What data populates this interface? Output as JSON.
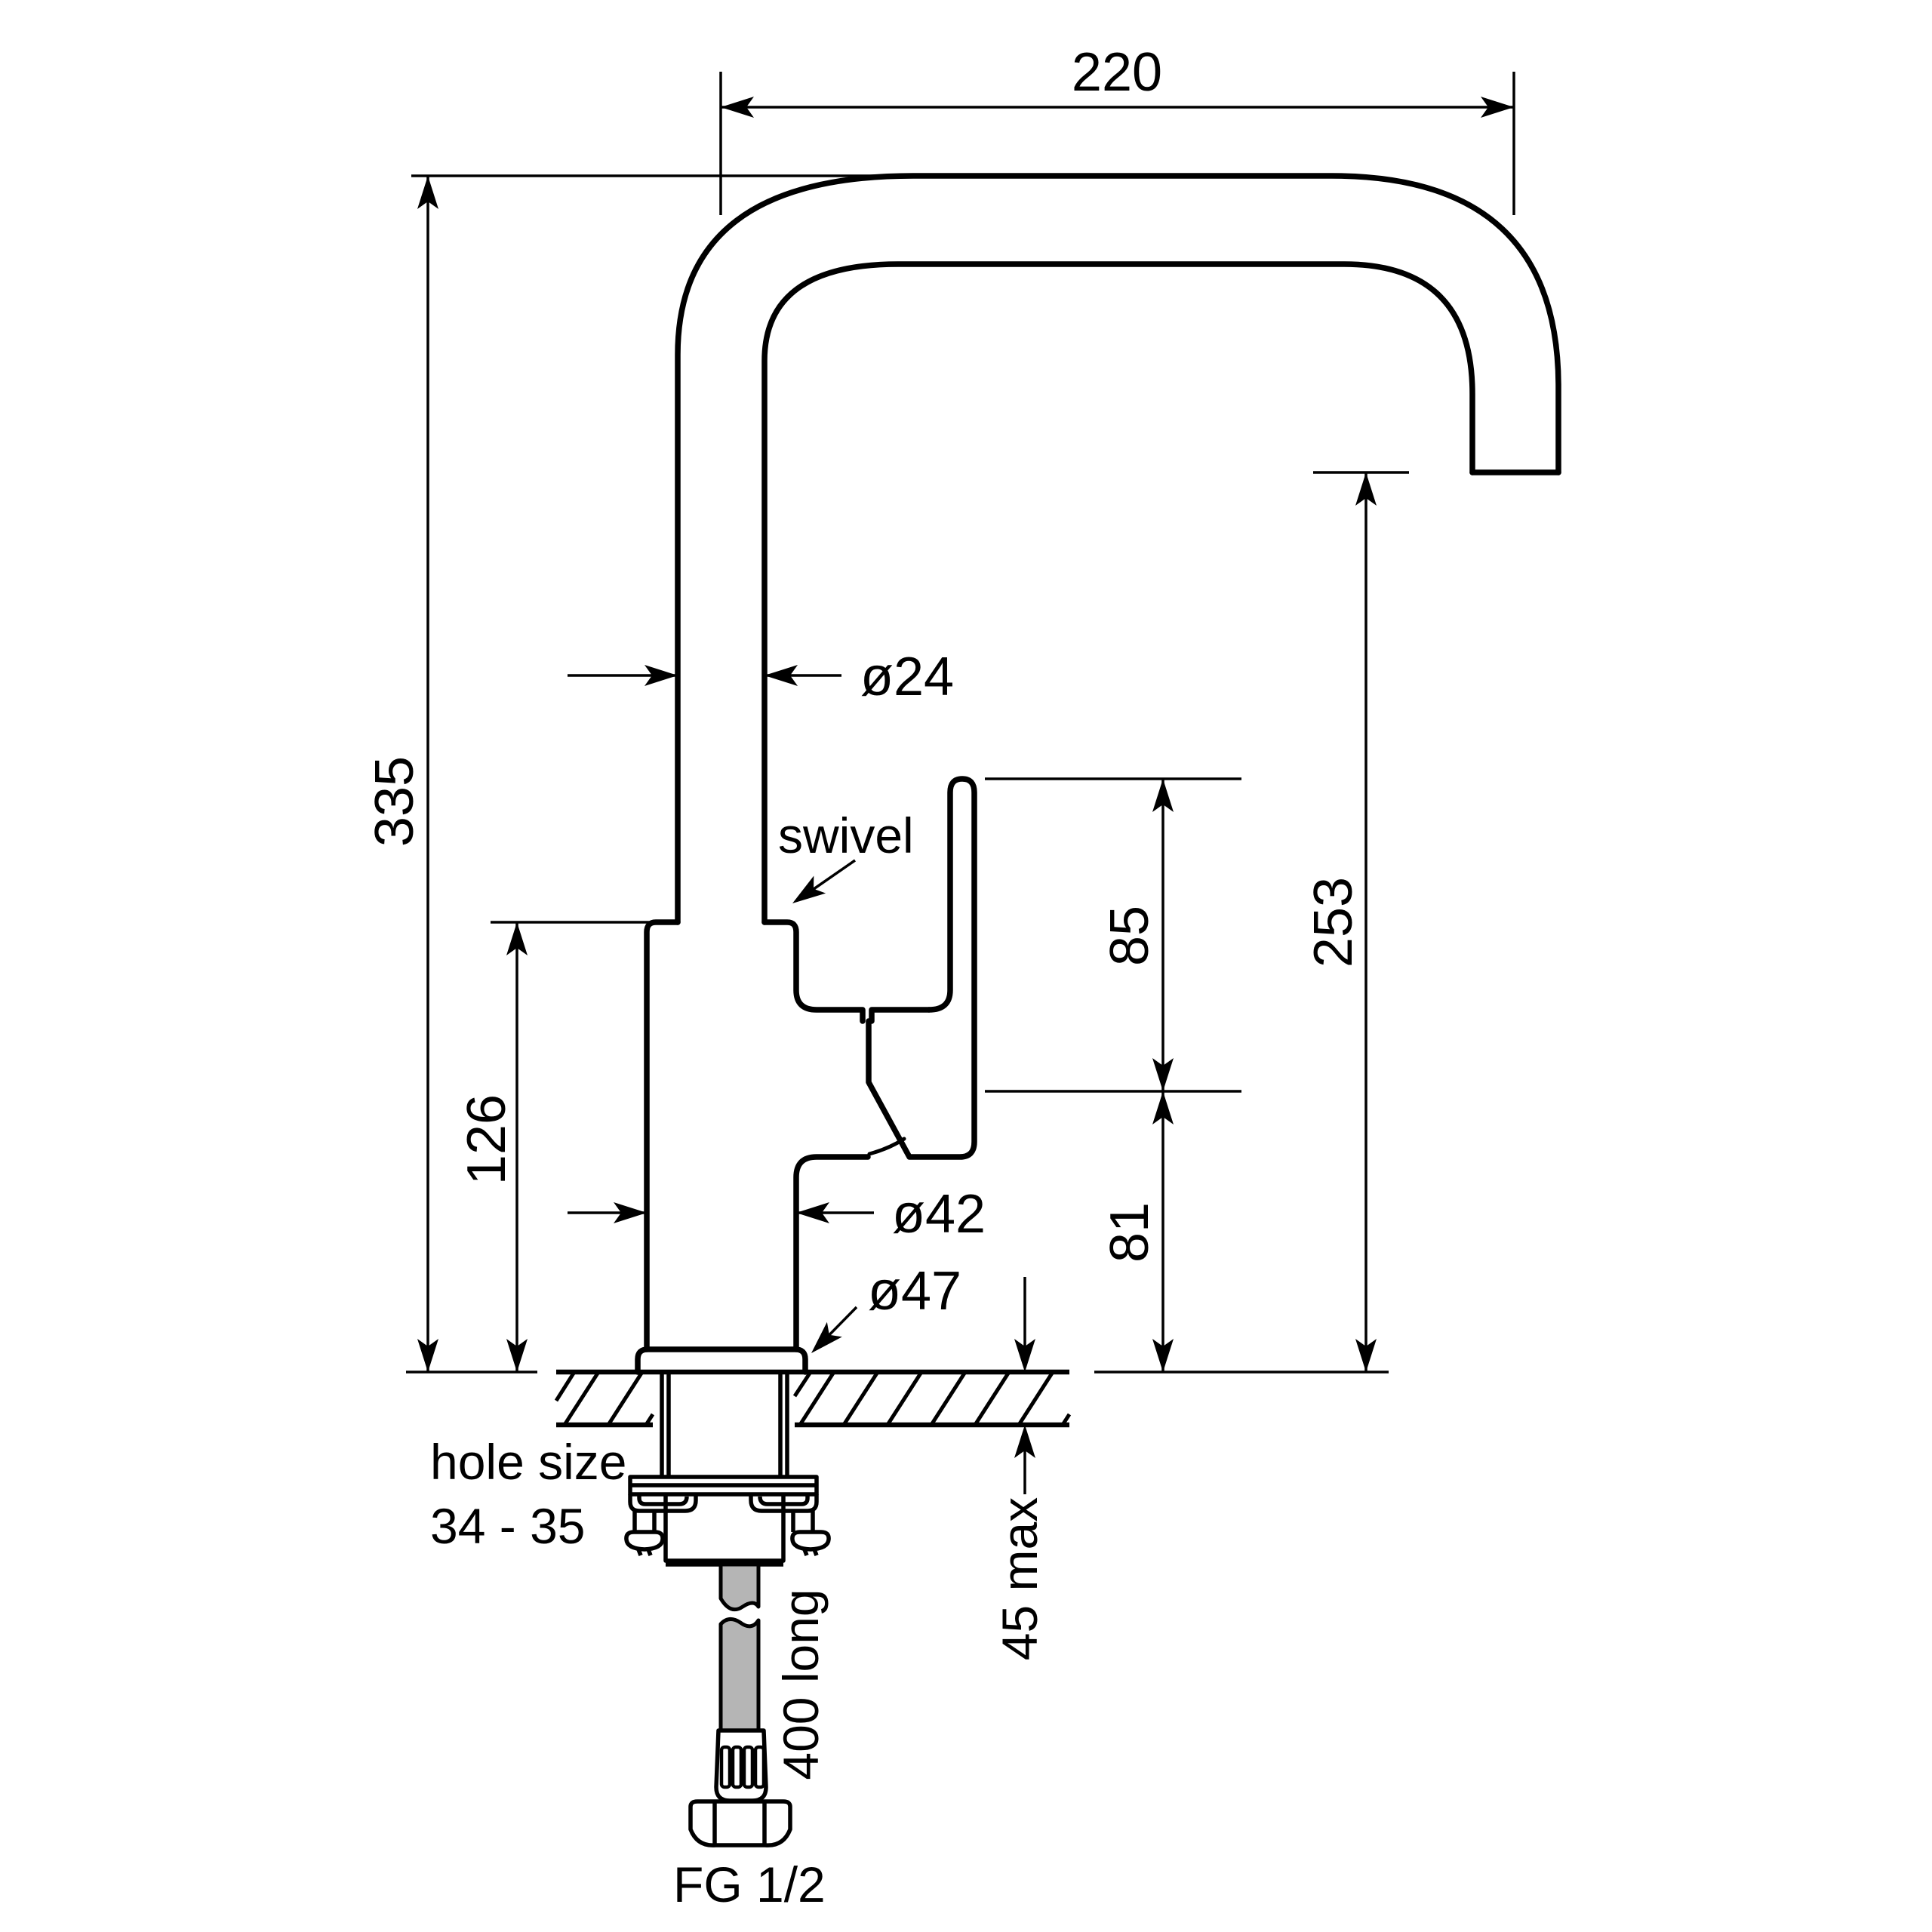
{
  "drawing": {
    "type": "technical-dimension-drawing",
    "subject": "kitchen sink mixer tap, side elevation with installation section",
    "labels": {
      "reach": "220",
      "overall_height": "335",
      "spout_diameter": "ø24",
      "swivel": "swivel",
      "handle_above_pivot": "85",
      "outlet_height": "253",
      "body_height": "126",
      "body_diameter": "ø42",
      "base_diameter": "ø47",
      "pivot_above_counter": "81",
      "hole_size_line1": "hole size",
      "hole_size_line2": "34 - 35",
      "counter_thickness": "45 max",
      "hose_length": "400 long",
      "connection_thread": "FG 1/2"
    },
    "colors": {
      "line": "#000000",
      "hose_fill": "#b5b5b5",
      "background": "#ffffff"
    }
  }
}
